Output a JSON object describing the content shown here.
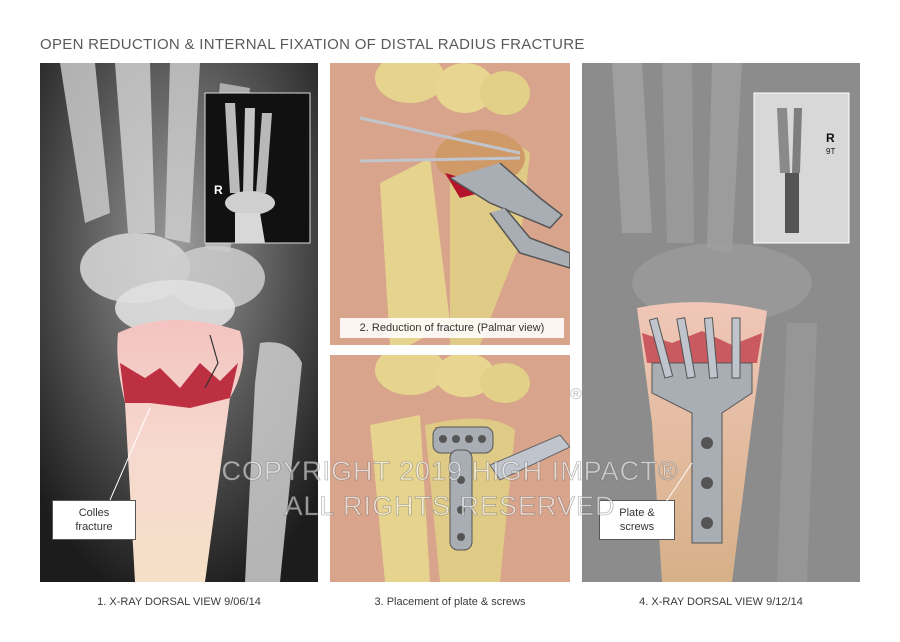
{
  "title": "OPEN REDUCTION & INTERNAL FIXATION OF DISTAL RADIUS FRACTURE",
  "captions": {
    "panel1": "1. X-RAY DORSAL VIEW 9/06/14",
    "panel2": "2. Reduction of fracture (Palmar view)",
    "panel3": "3. Placement of plate & screws",
    "panel4": "4. X-RAY DORSAL VIEW 9/12/14"
  },
  "callouts": {
    "colles_line1": "Colles",
    "colles_line2": "fracture",
    "plate_line1": "Plate &",
    "plate_line2": "screws"
  },
  "xray_markers": {
    "inset1_marker": "R",
    "inset4_marker": "R",
    "inset4_sub": "9T"
  },
  "watermark": {
    "line1": "COPYRIGHT 2019 HIGH IMPACT®",
    "line2": "ALL RIGHTS RESERVED",
    "registered": "®"
  },
  "colors": {
    "xray_dark": "#1c1c1c",
    "bone_light": "#e8e8e8",
    "fracture_red": "#b3142a",
    "skin": "#d8a48c",
    "bone_yellow": "#e6d48e",
    "plate_steel": "#a9adb4"
  }
}
